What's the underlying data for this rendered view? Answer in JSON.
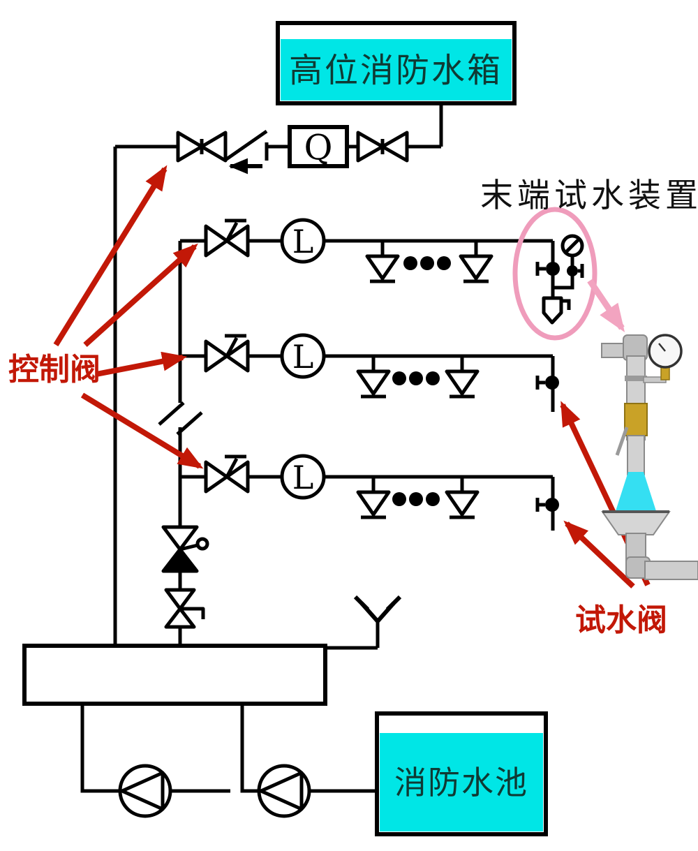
{
  "labels": {
    "high_tank": "高位消防水箱",
    "fire_pool": "消防水池",
    "end_test_device": "末端试水装置",
    "control_valve": "控制阀",
    "test_valve": "试水阀"
  },
  "symbols": {
    "flow_meter": "Q",
    "flow_indicator": "L"
  },
  "colors": {
    "water_cyan": "#00e6e6",
    "annotation_red": "#c21807",
    "highlight_pink": "#ef9cbb",
    "line_black": "#000000"
  }
}
